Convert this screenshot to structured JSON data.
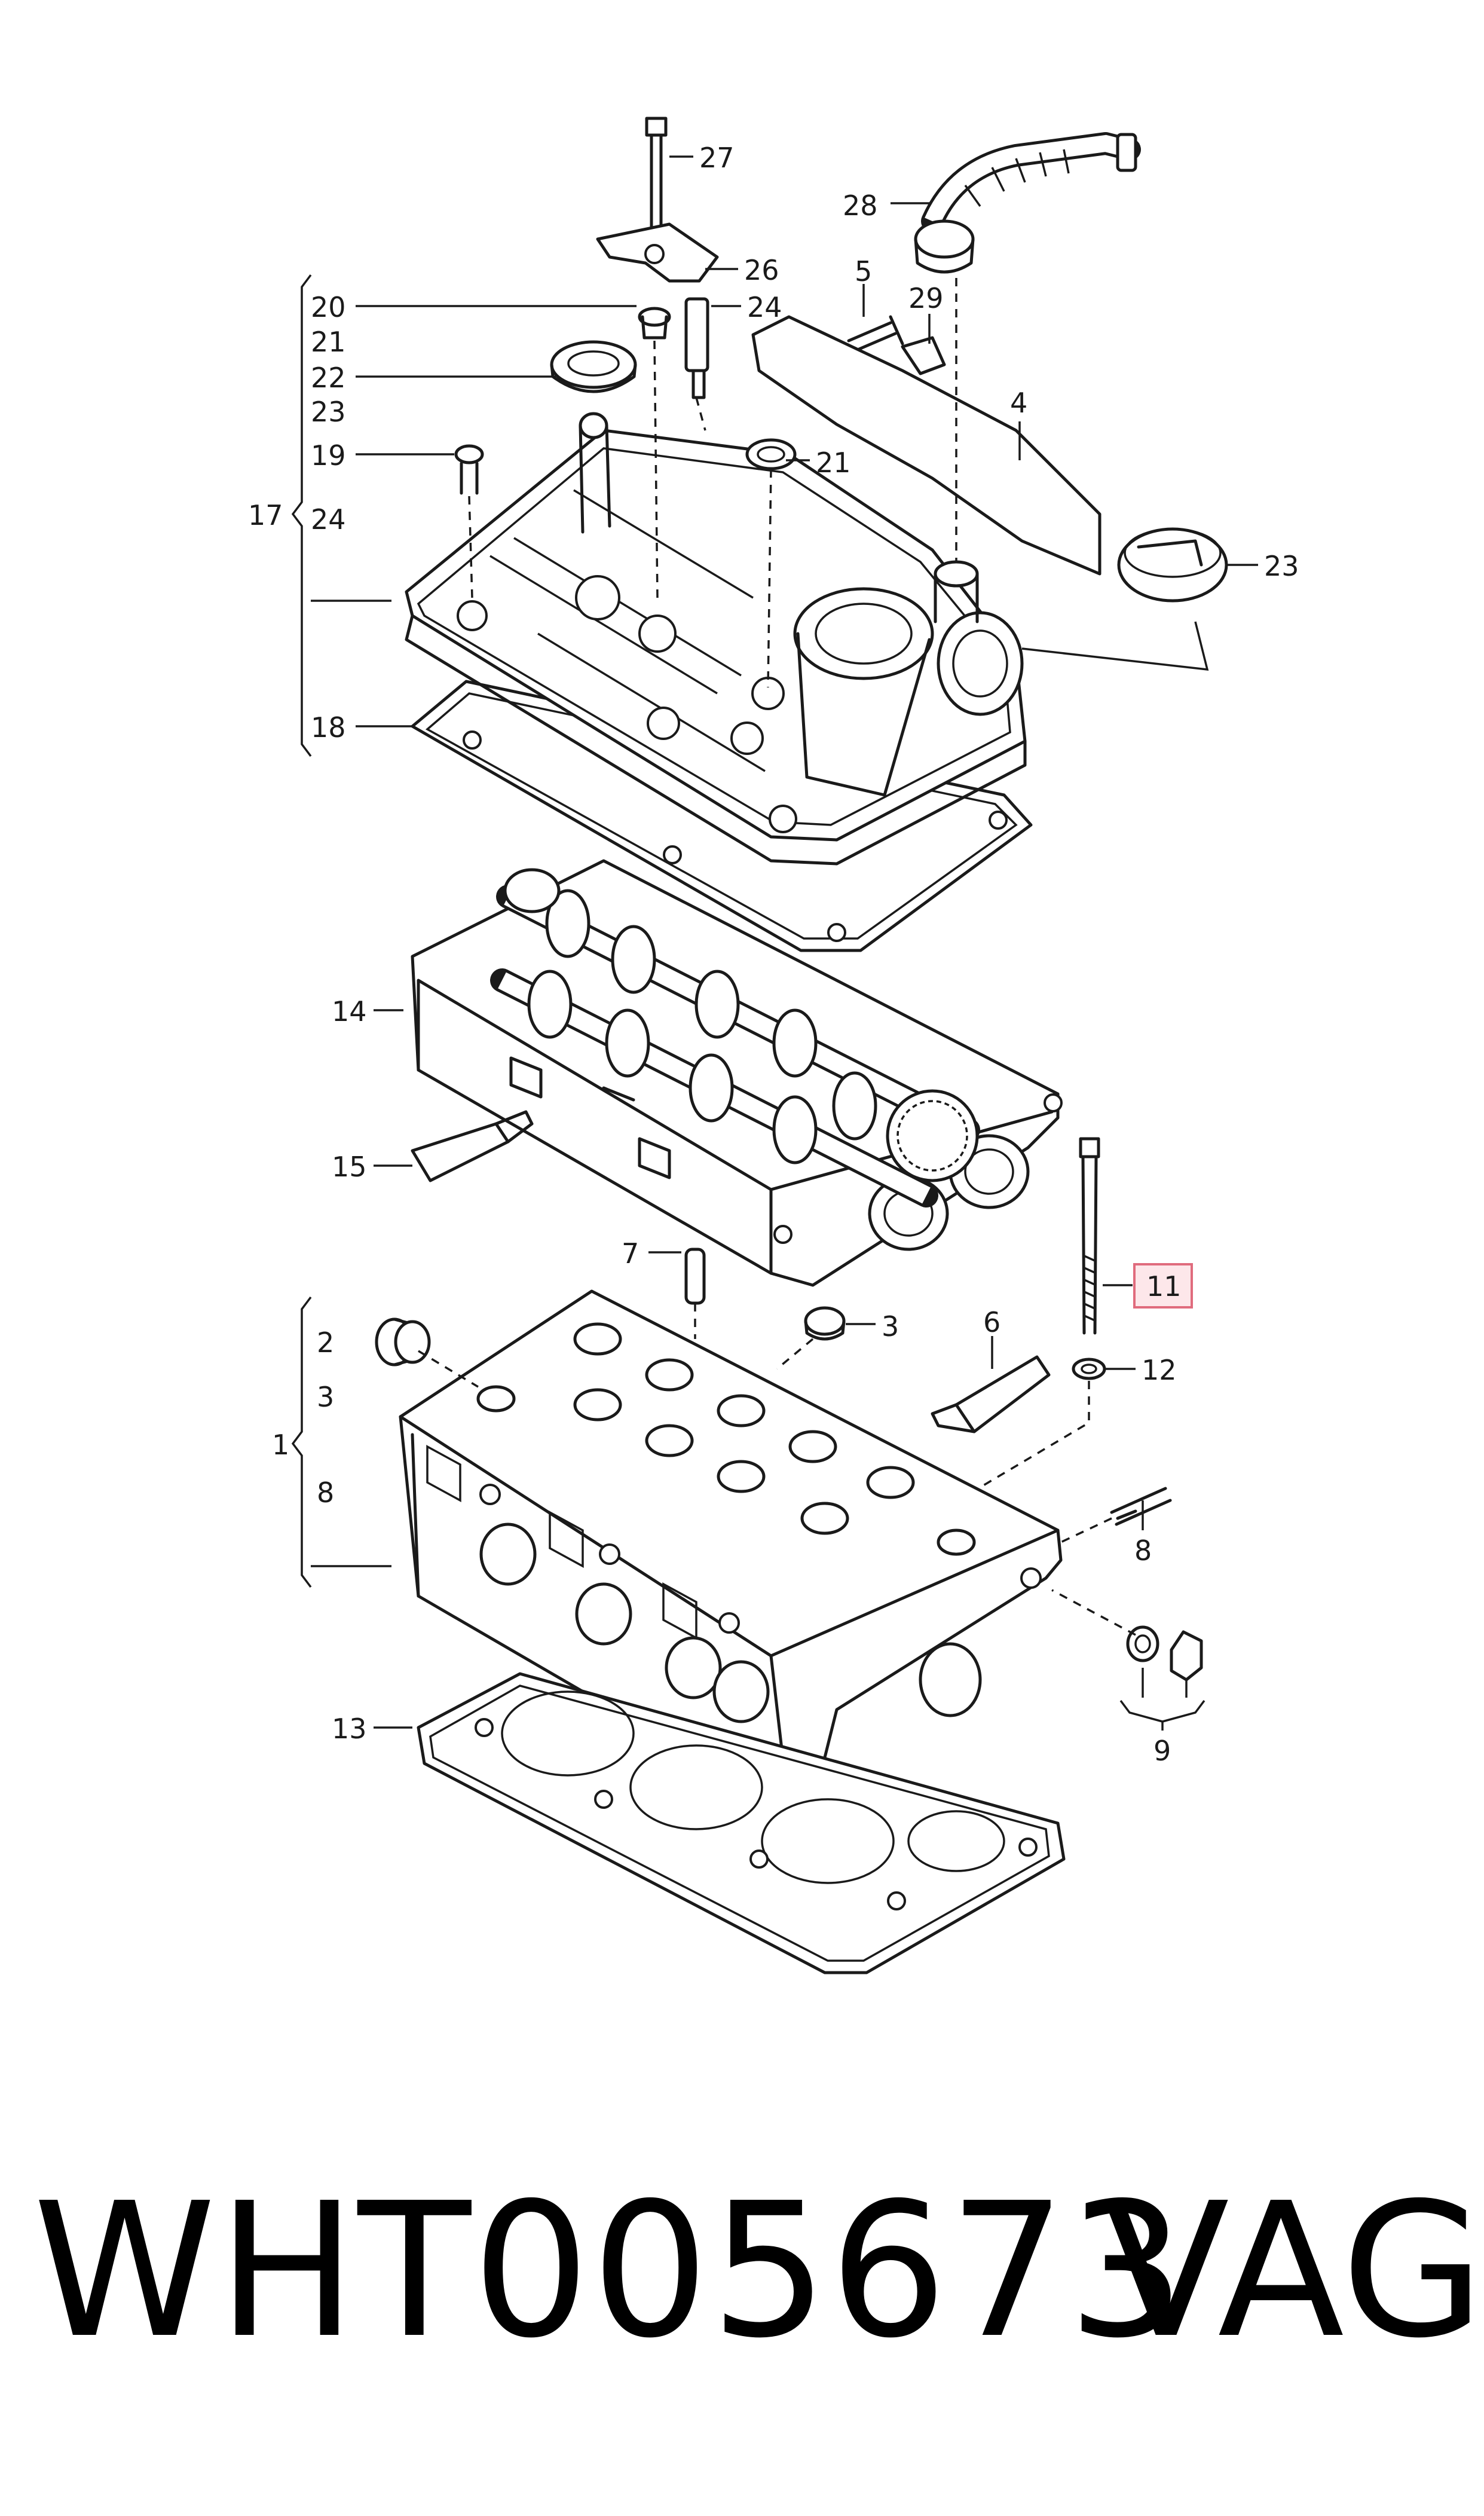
{
  "labels": {
    "l1": "1",
    "l2": "2",
    "l3": "3",
    "l3b": "3",
    "l4": "4",
    "l5": "5",
    "l6": "6",
    "l7": "7",
    "l8": "8",
    "l8b": "8",
    "l9": "9",
    "l11": "11",
    "l12": "12",
    "l13": "13",
    "l14": "14",
    "l15": "15",
    "l17": "17",
    "l18": "18",
    "l19": "19",
    "l20": "20",
    "l21": "21",
    "l21b": "21",
    "l22": "22",
    "l23": "23",
    "l23b": "23",
    "l24": "24",
    "l24b": "24",
    "l26": "26",
    "l27": "27",
    "l28": "28",
    "l29": "29"
  },
  "highlight_color": "#e06b7d",
  "footer": {
    "part_number": "WHT005673",
    "brand": "VAG"
  }
}
